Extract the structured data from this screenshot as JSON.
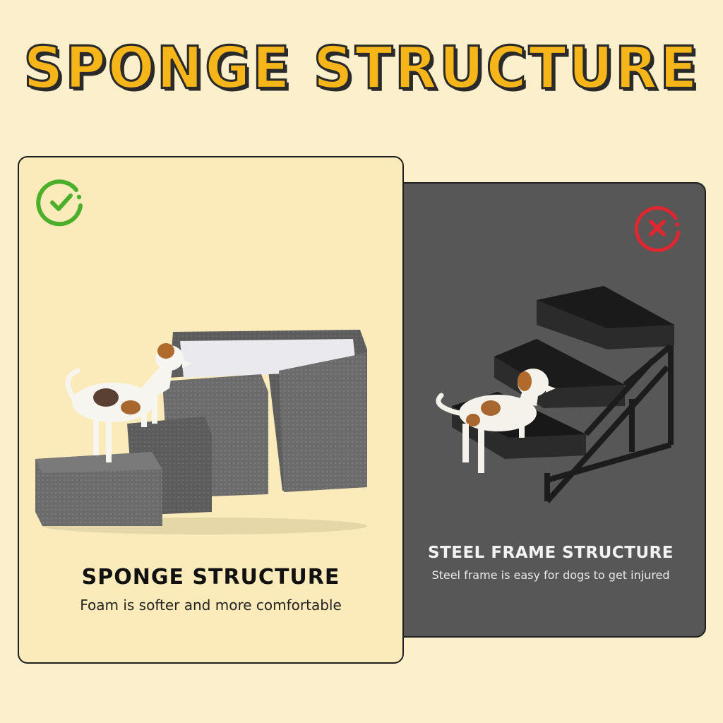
{
  "headline": "SPONGE STRUCTURE",
  "good_panel": {
    "icon": "check-circle-icon",
    "title": "SPONGE STRUCTURE",
    "subtitle": "Foam is softer and more comfortable",
    "image": "dog-on-foam-pet-stairs"
  },
  "bad_panel": {
    "icon": "x-circle-icon",
    "title": "STEEL FRAME STRUCTURE",
    "subtitle": "Steel frame is easy for dogs to get injured",
    "image": "dog-on-steel-frame-stairs"
  },
  "colors": {
    "background": "#fbefcc",
    "headline": "#f6b619",
    "good_card": "#fbeaba",
    "bad_card": "#575757",
    "check": "#4caf2b",
    "cross": "#e0262e"
  }
}
